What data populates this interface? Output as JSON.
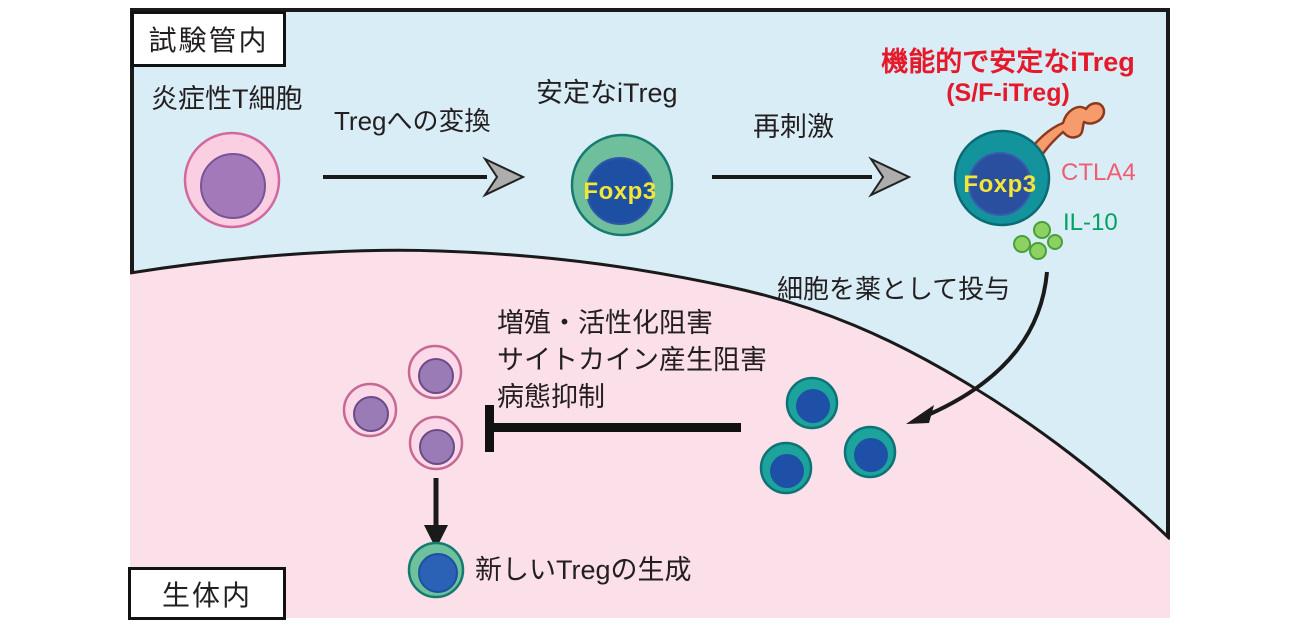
{
  "figure": {
    "region_labels": {
      "in_vitro": "試験管内",
      "in_vivo": "生体内"
    },
    "in_vitro": {
      "inflammatory_cell_label": "炎症性T細胞",
      "conversion_arrow_label": "Tregへの変換",
      "stable_itreg_label": "安定なiTreg",
      "stable_itreg_marker": "Foxp3",
      "restimulation_arrow_label": "再刺激",
      "functional_itreg_title": "機能的で安定なiTreg",
      "functional_itreg_subtitle": "(S/F-iTreg)",
      "functional_itreg_marker": "Foxp3",
      "ctla4_label": "CTLA4",
      "il10_label": "IL-10"
    },
    "transfer": {
      "administer_label": "細胞を薬として投与"
    },
    "in_vivo": {
      "effects": [
        "増殖・活性化阻害",
        "サイトカイン産生阻害",
        "病態抑制"
      ],
      "new_treg_label": "新しいTregの生成"
    },
    "colors": {
      "in_vitro_bg": "#d9edf6",
      "in_vivo_bg": "#fbdfe9",
      "frame_border": "#1a1a1a",
      "title_red": "#e6192b",
      "ctla4_text": "#ee5d72",
      "il10_text": "#00a35f",
      "foxp3_text": "#f2e636",
      "inflammatory_cell_body": "#f9cfe1",
      "inflammatory_cell_nucleus": "#a379ba",
      "stable_itreg_body": "#6fbf9c",
      "functional_itreg_body": "#13949c",
      "nucleus_blue": "#1d4fa3",
      "ctla4_receptor": "#f59b6c",
      "il10_dot": "#8ed163"
    }
  }
}
